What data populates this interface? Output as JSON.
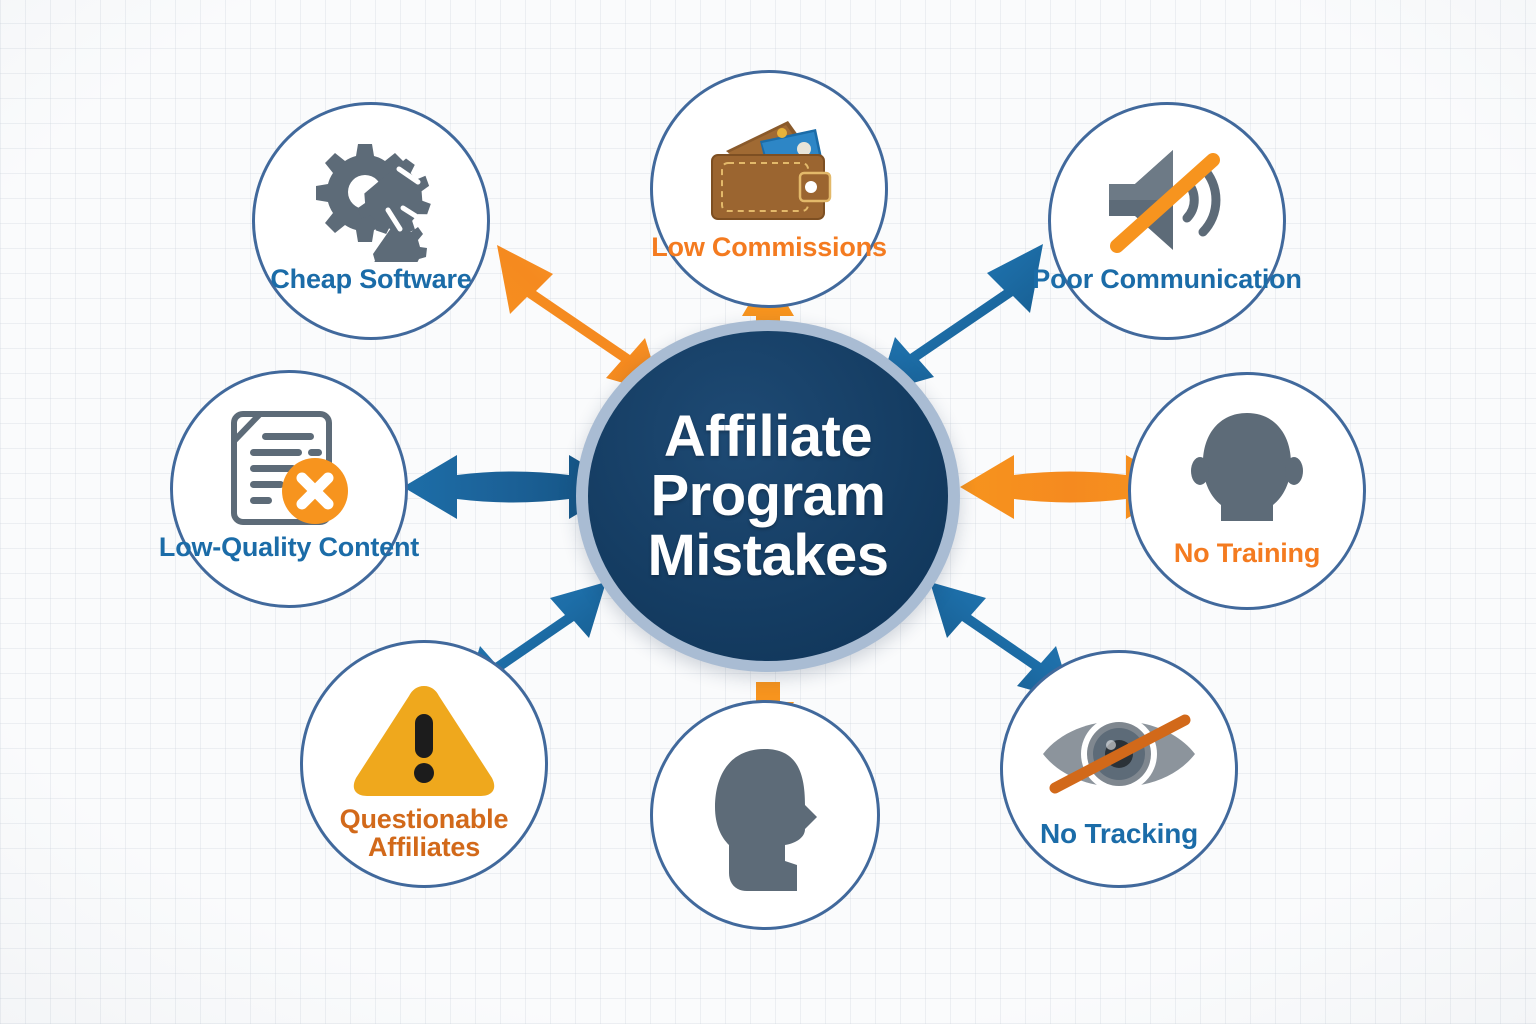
{
  "diagram": {
    "type": "hub-and-spoke",
    "center": {
      "title": "Affiliate Program Mistakes",
      "title_lines": [
        "Affiliate",
        "Program",
        "Mistakes"
      ],
      "fill_color": "#153d63",
      "ring_color": "#a9bcd3",
      "text_color": "#ffffff"
    },
    "colors": {
      "node_border": "#41699c",
      "node_fill": "#ffffff",
      "label_blue": "#1b6ca8",
      "label_orange": "#f47b20",
      "label_dark_orange": "#d2691a",
      "arrow_blue": "#1d6ea8",
      "arrow_orange": "#f7941e",
      "icon_grey": "#5d6b78",
      "background": "#fafbfc"
    },
    "nodes": [
      {
        "id": "cheap-software",
        "label": "Cheap Software",
        "label_color": "#1b6ca8",
        "icon": "broken-gears-icon",
        "position": "top-left",
        "arrow": {
          "color": "#f7941e",
          "style": "double-headed",
          "direction": "bidirectional"
        }
      },
      {
        "id": "low-commissions",
        "label": "Low Commissions",
        "label_color": "#f47b20",
        "icon": "wallet-icon",
        "position": "top",
        "arrow": {
          "color": "#f7941e",
          "style": "single-headed",
          "direction": "outward"
        }
      },
      {
        "id": "poor-communication",
        "label": "Poor Communication",
        "label_color": "#1b6ca8",
        "icon": "muted-speaker-icon",
        "position": "top-right",
        "arrow": {
          "color": "#1d6ea8",
          "style": "double-headed",
          "direction": "bidirectional"
        }
      },
      {
        "id": "no-training",
        "label": "No Training",
        "label_color": "#f47b20",
        "icon": "head-front-silhouette-icon",
        "position": "right",
        "arrow": {
          "color": "#f7941e",
          "style": "double-headed",
          "direction": "bidirectional"
        }
      },
      {
        "id": "no-tracking",
        "label": "No Tracking",
        "label_color": "#1b6ca8",
        "icon": "crossed-out-eye-icon",
        "position": "bottom-right",
        "arrow": {
          "color": "#1d6ea8",
          "style": "double-headed",
          "direction": "bidirectional"
        }
      },
      {
        "id": "unlabeled-head",
        "label": "",
        "label_color": "#1b6ca8",
        "icon": "head-profile-silhouette-icon",
        "position": "bottom",
        "arrow": {
          "color": "#f7941e",
          "style": "single-headed",
          "direction": "outward"
        }
      },
      {
        "id": "questionable-affiliates",
        "label": "Questionable Affiliates",
        "label_line_1": "Questionable",
        "label_line_2": "Affiliates",
        "label_color": "#d2691a",
        "icon": "warning-triangle-icon",
        "position": "bottom-left",
        "arrow": {
          "color": "#1d6ea8",
          "style": "double-headed",
          "direction": "bidirectional"
        }
      },
      {
        "id": "low-quality-content",
        "label": "Low-Quality Content",
        "label_color": "#1b6ca8",
        "icon": "document-with-x-icon",
        "position": "left",
        "arrow": {
          "color": "#1d6ea8",
          "style": "double-headed",
          "direction": "bidirectional"
        }
      }
    ]
  }
}
